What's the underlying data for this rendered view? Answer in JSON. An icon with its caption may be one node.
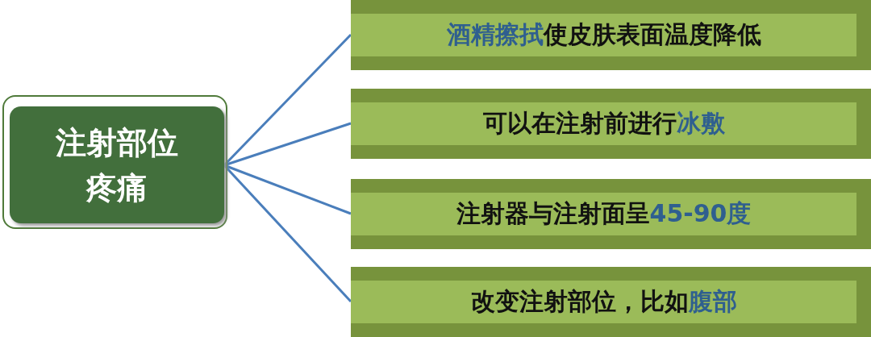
{
  "diagram": {
    "nodes": [
      {
        "text": [
          "注射部位疼痛"
        ]
      },
      {
        "text": [
          "**酒精擦拭**使皮肤表面温度降低"
        ]
      },
      {
        "text": [
          "可以在注射前进行**冰敷**"
        ]
      },
      {
        "text": [
          "注射器与注射面呈**45-90度**"
        ]
      },
      {
        "text": [
          "改变注射部位，比如**腹部**"
        ]
      }
    ],
    "edges": [
      {
        "from": 0,
        "to": 1,
        "arrow": "none"
      },
      {
        "from": 0,
        "to": 2,
        "arrow": "none"
      },
      {
        "from": 0,
        "to": 3,
        "arrow": "none"
      },
      {
        "from": 0,
        "to": 4,
        "arrow": "none"
      }
    ]
  }
}
